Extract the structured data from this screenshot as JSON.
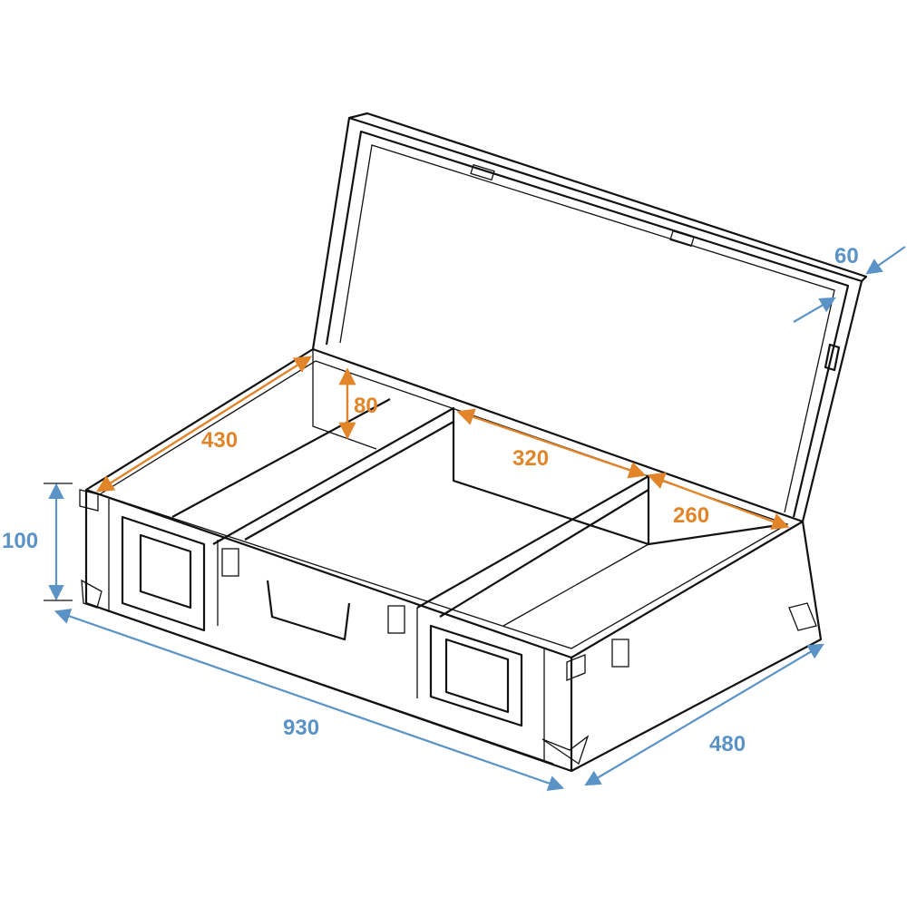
{
  "colors": {
    "outer_dimension": "#5b93c7",
    "inner_dimension": "#e2852a",
    "outline": "#111111"
  },
  "outer_dimensions": {
    "width": "930",
    "depth": "480",
    "height": "100",
    "lid_depth": "60"
  },
  "inner_dimensions": {
    "depth": "430",
    "height": "80",
    "compartment_middle": "320",
    "compartment_right": "260"
  }
}
